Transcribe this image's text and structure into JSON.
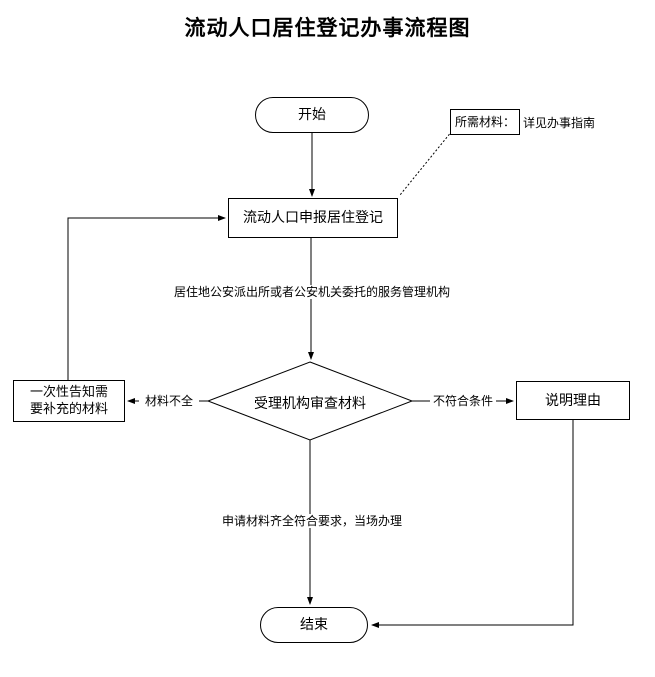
{
  "title": "流动人口居住登记办事流程图",
  "nodes": {
    "start": "开始",
    "apply": "流动人口申报居住登记",
    "review": "受理机构审查材料",
    "notify": "一次性告知需\n要补充的材料",
    "explain": "说明理由",
    "end": "结束"
  },
  "edge_labels": {
    "authority": "居住地公安派出所或者公安机关委托的服务管理机构",
    "incomplete": "材料不全",
    "not_qualified": "不符合条件",
    "qualified": "申请材料齐全符合要求，当场办理"
  },
  "annotation": {
    "label": "所需材料：",
    "text": "详见办事指南"
  }
}
